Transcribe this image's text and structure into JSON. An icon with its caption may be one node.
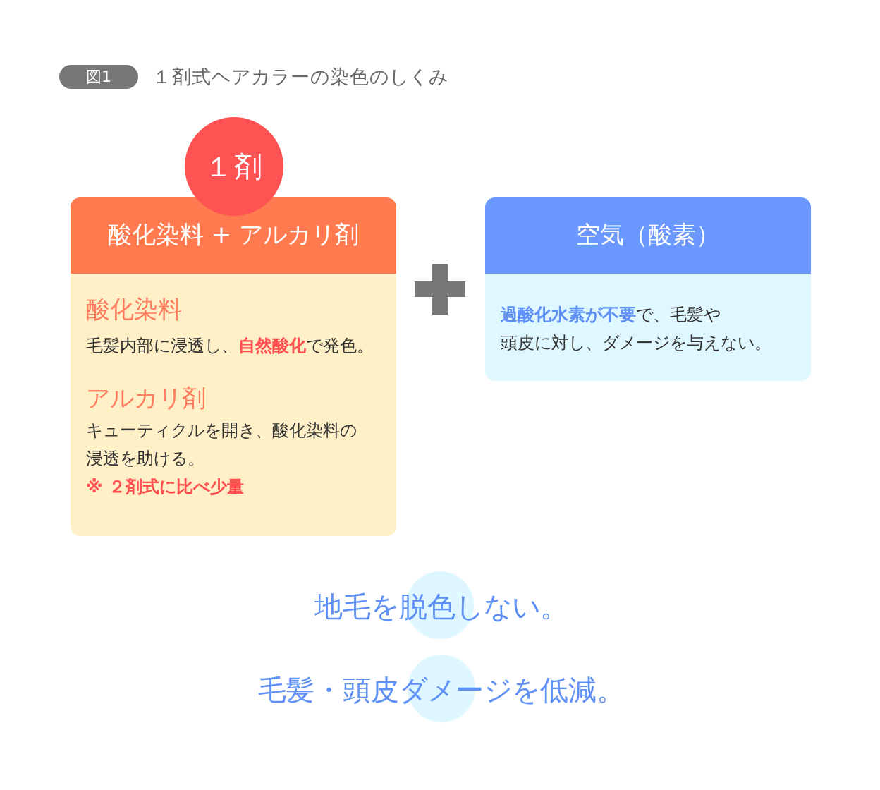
{
  "diagram": {
    "title": "１剤式ヘアカラーの染色のしくみ",
    "nodes": [
      {
        "text": [
          "図1"
        ]
      },
      {
        "text": [
          "１剤"
        ]
      },
      {
        "text": [
          "酸化染料 + アルカリ剤",
          "酸化染料",
          "毛髪内部に浸透し、**自然酸化**で発色。",
          "アルカリ剤",
          "キューティクルを開き、酸化染料の浸透を助ける。",
          "※ ２剤式に比べ少量"
        ]
      },
      {
        "text": [
          "空気（酸素）",
          "**過酸化水素が不要**で、毛髪や頭皮に対し、ダメージを与えない。"
        ]
      }
    ],
    "labels": [
      "地毛を脱色しない。",
      "毛髪・頭皮ダメージを低減。"
    ]
  }
}
